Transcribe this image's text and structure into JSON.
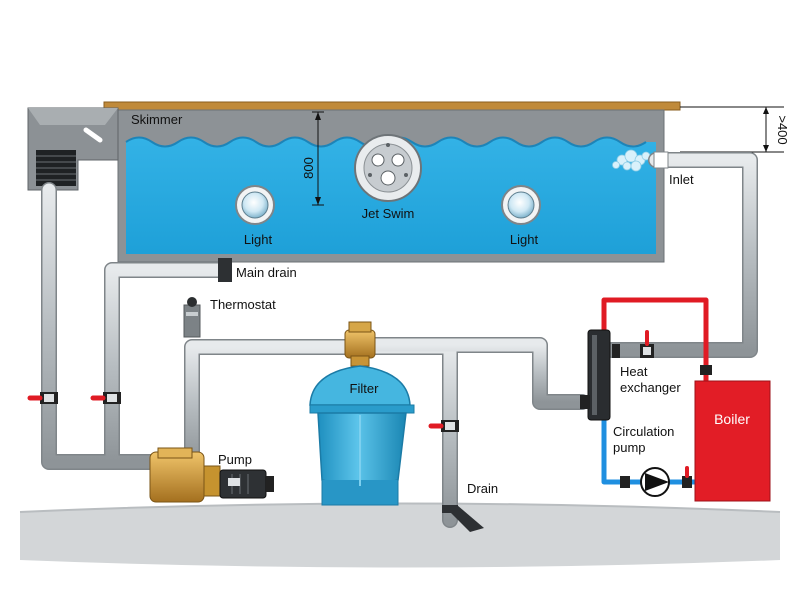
{
  "labels": {
    "skimmer": "Skimmer",
    "depth": "800",
    "above_waterline": ">400",
    "jet_swim": "Jet Swim",
    "light_left": "Light",
    "light_right": "Light",
    "inlet": "Inlet",
    "main_drain": "Main drain",
    "thermostat": "Thermostat",
    "filter": "Filter",
    "heat_exchanger_line1": "Heat",
    "heat_exchanger_line2": "exchanger",
    "boiler": "Boiler",
    "circulation_pump_line1": "Circulation",
    "circulation_pump_line2": "pump",
    "pump": "Pump",
    "drain": "Drain"
  },
  "colors": {
    "water": "#3aaedc",
    "pipe": "#b9bfc3",
    "hot_pipe": "#e01b24",
    "cold_pipe": "#1f8fe0",
    "boiler": "#e21d26",
    "filter_tank": "#33a9d6",
    "ground": "#cfd2d4",
    "pool_rim": "#c08a3a"
  }
}
